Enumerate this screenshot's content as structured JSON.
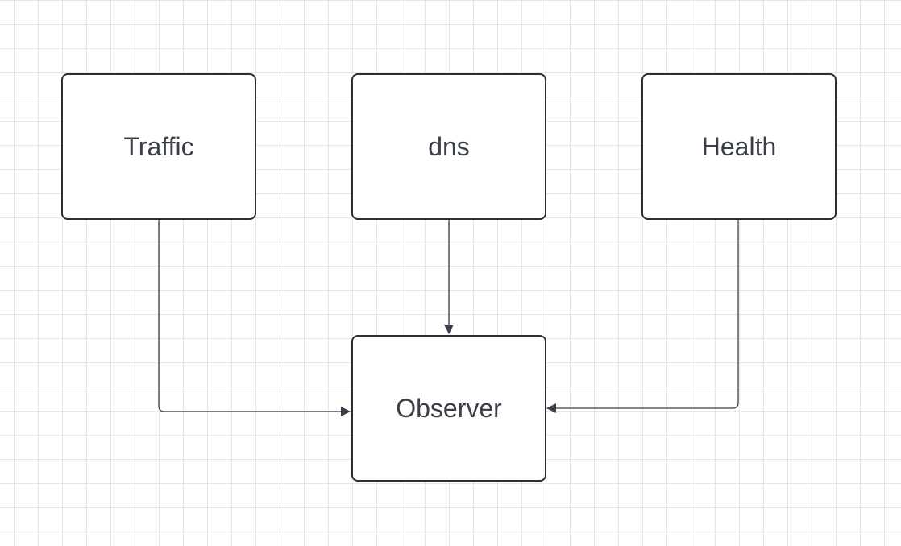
{
  "diagram": {
    "nodes": {
      "traffic": {
        "label": "Traffic"
      },
      "dns": {
        "label": "dns"
      },
      "health": {
        "label": "Health"
      },
      "observer": {
        "label": "Observer"
      }
    },
    "edges": [
      {
        "from": "Traffic",
        "to": "Observer"
      },
      {
        "from": "dns",
        "to": "Observer"
      },
      {
        "from": "Health",
        "to": "Observer"
      }
    ]
  }
}
